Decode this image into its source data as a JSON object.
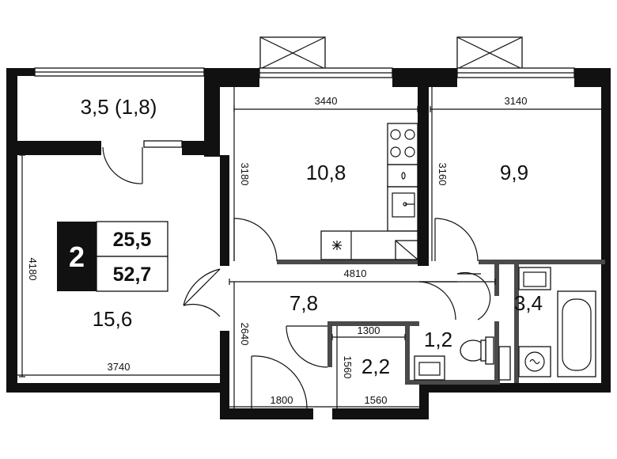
{
  "badge": {
    "rooms": "2",
    "living_area": "25,5",
    "total_area": "52,7"
  },
  "rooms": {
    "balcony": "3,5 (1,8)",
    "living_room": "15,6",
    "kitchen": "10,8",
    "bedroom": "9,9",
    "hall": "7,8",
    "toilet": "1,2",
    "storage": "2,2",
    "bathroom": "3,4"
  },
  "dimensions": {
    "kitchen_width": "3440",
    "bedroom_width": "3140",
    "kitchen_depth": "3180",
    "bedroom_depth": "3160",
    "living_depth": "4180",
    "living_width": "3740",
    "corridor_width": "4810",
    "hall_depth": "2640",
    "storage_width": "1300",
    "storage_depth": "1560",
    "hall_width": "1800",
    "storage_width_bottom": "1560"
  },
  "colors": {
    "wall": "#111111",
    "partition": "#4a4a4a",
    "background": "#ffffff"
  }
}
